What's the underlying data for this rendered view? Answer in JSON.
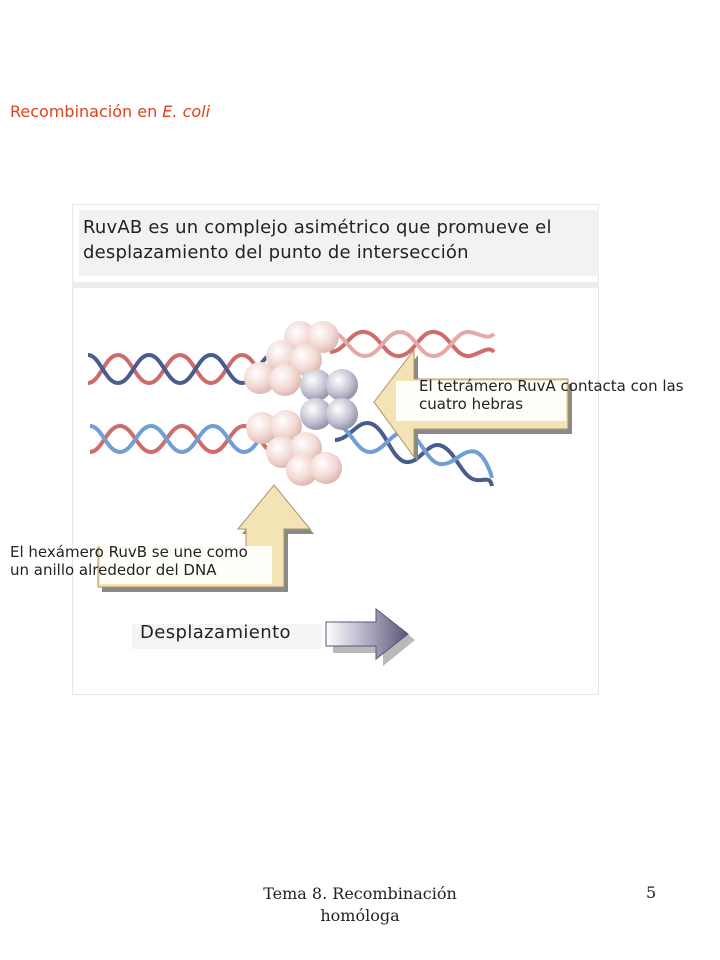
{
  "slide": {
    "title_prefix": "Recombinación en ",
    "title_species": "E. coli",
    "title_color": "#e0401c"
  },
  "figure": {
    "caption": "RuvAB es un complejo asimétrico que promueve el desplazamiento del punto de intersección",
    "labels": {
      "ruva": "El tetrámero RuvA contacta con las cuatro hebras",
      "ruvb": "El hexámero RuvB se une como un anillo alrededor del DNA",
      "displacement": "Desplazamiento"
    },
    "colors": {
      "strand_red": "#cf6b6b",
      "strand_pink": "#e6a8a8",
      "strand_navy": "#4a5c8e",
      "strand_blue": "#6f9fd6",
      "ruvb_sphere": "#f3d9d4",
      "ruva_sphere": "#c8c8d6",
      "arrow_fill": "#f3e3b5",
      "displacement_arrow": "#6e6a86"
    }
  },
  "footer": {
    "course": "Tema 8. Recombinación homóloga",
    "page": "5"
  }
}
